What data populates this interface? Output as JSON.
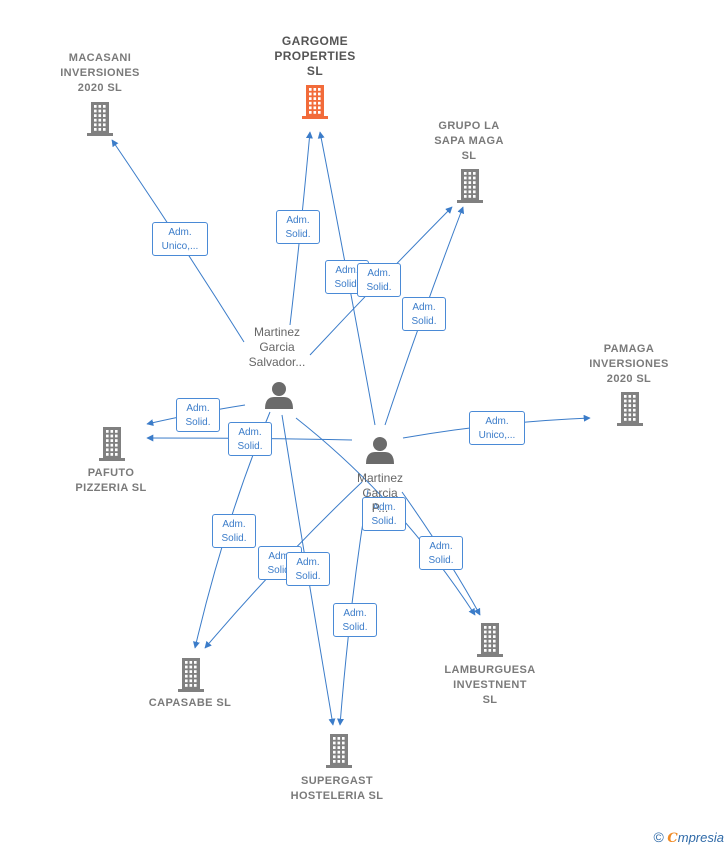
{
  "companies": [
    {
      "id": "gargome",
      "label": "GARGOME\nPROPERTIES\nSL",
      "color": "#f26b3a",
      "focus": true
    },
    {
      "id": "macasani",
      "label": "MACASANI\nINVERSIONES\n2020  SL",
      "color": "#808080"
    },
    {
      "id": "grupo",
      "label": "GRUPO LA\nSAPA MAGA\nSL",
      "color": "#808080"
    },
    {
      "id": "pamaga",
      "label": "PAMAGA\nINVERSIONES\n2020  SL",
      "color": "#808080"
    },
    {
      "id": "pafuto",
      "label": "PAFUTO\nPIZZERIA  SL",
      "color": "#808080"
    },
    {
      "id": "capasabe",
      "label": "CAPASABE  SL",
      "color": "#808080"
    },
    {
      "id": "supergast",
      "label": "SUPERGAST\nHOSTELERIA SL",
      "color": "#808080"
    },
    {
      "id": "lamburguesa",
      "label": "LAMBURGUESA\nINVESTNENT\nSL",
      "color": "#808080"
    }
  ],
  "persons": [
    {
      "id": "p1",
      "label": "Martinez\nGarcia\nSalvador..."
    },
    {
      "id": "p2",
      "label": "Martinez\nGarcia\nP..."
    }
  ],
  "edges": [
    {
      "id": "e1",
      "from": "p1",
      "to": "macasani",
      "label": "Adm.\nUnico,..."
    },
    {
      "id": "e2",
      "from": "p1",
      "to": "gargome",
      "label": "Adm.\nSolid."
    },
    {
      "id": "e3",
      "from": "p2",
      "to": "gargome",
      "label": "Adm.\nSolid."
    },
    {
      "id": "e4",
      "from": "p1",
      "to": "grupo",
      "label": "Adm.\nSolid."
    },
    {
      "id": "e5",
      "from": "p2",
      "to": "grupo",
      "label": "Adm.\nSolid."
    },
    {
      "id": "e6",
      "from": "p1",
      "to": "pafuto",
      "label": "Adm.\nSolid."
    },
    {
      "id": "e7",
      "from": "p2",
      "to": "pafuto",
      "label": "Adm.\nSolid."
    },
    {
      "id": "e8",
      "from": "p2",
      "to": "pamaga",
      "label": "Adm.\nUnico,..."
    },
    {
      "id": "e9",
      "from": "p1",
      "to": "capasabe",
      "label": "Adm.\nSolid."
    },
    {
      "id": "e10",
      "from": "p2",
      "to": "capasabe",
      "label": "Adm.\nSolid."
    },
    {
      "id": "e11",
      "from": "p1",
      "to": "supergast",
      "label": "Adm.\nSolid."
    },
    {
      "id": "e12",
      "from": "p2",
      "to": "supergast",
      "label": "Adm.\nSolid."
    },
    {
      "id": "e13",
      "from": "p1",
      "to": "lamburguesa",
      "label": "Adm.\nSolid."
    },
    {
      "id": "e14",
      "from": "p2",
      "to": "lamburguesa",
      "label": "Adm.\nSolid."
    }
  ],
  "colors": {
    "edge": "#3b7cc9",
    "company": "#808080",
    "focus": "#f26b3a",
    "person": "#6b6b6b"
  },
  "footer": {
    "copyright": "©",
    "brand_initial": "C",
    "brand_rest": "mpresia"
  }
}
